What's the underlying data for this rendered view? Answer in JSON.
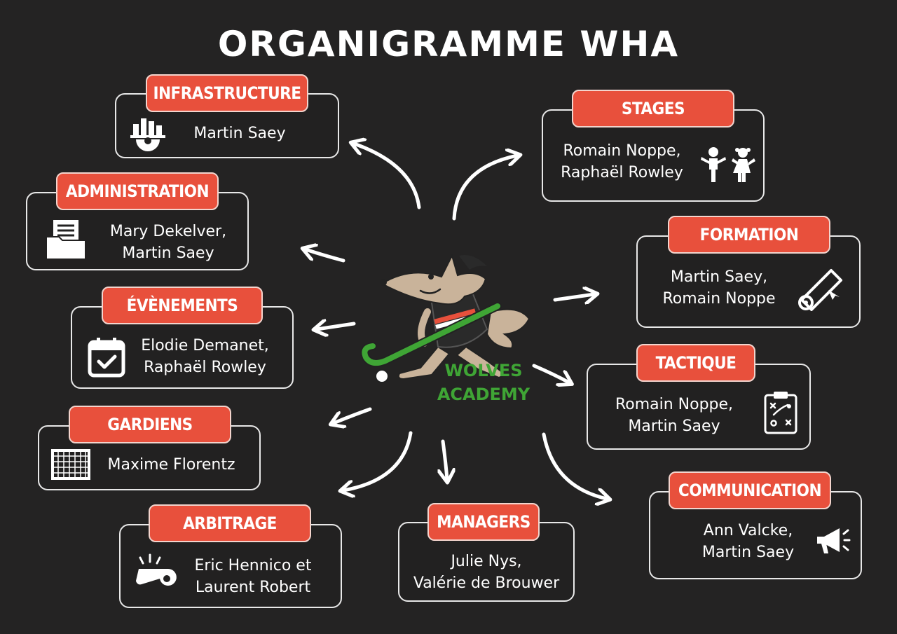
{
  "title": "ORGANIGRAMME WHA",
  "center": {
    "logo_line1": "WOLVES",
    "logo_line2": "ACADEMY"
  },
  "colors": {
    "background": "#242323",
    "tab": "#e8503c",
    "logo_text": "#3fa535"
  },
  "nodes": [
    {
      "id": "infrastructure",
      "label": "INFRASTRUCTURE",
      "names": [
        "Martin Saey"
      ],
      "icon": "factory-gear-icon"
    },
    {
      "id": "administration",
      "label": "ADMINISTRATION",
      "names": [
        "Mary Dekelver,",
        "Martin Saey"
      ],
      "icon": "document-folder-icon"
    },
    {
      "id": "evenements",
      "label": "ÉVÈNEMENTS",
      "names": [
        "Elodie Demanet,",
        "Raphaël Rowley"
      ],
      "icon": "calendar-check-icon"
    },
    {
      "id": "gardiens",
      "label": "GARDIENS",
      "names": [
        "Maxime Florentz"
      ],
      "icon": "goal-net-icon"
    },
    {
      "id": "arbitrage",
      "label": "ARBITRAGE",
      "names": [
        "Eric Hennico et",
        "Laurent Robert"
      ],
      "icon": "whistle-icon"
    },
    {
      "id": "managers",
      "label": "MANAGERS",
      "names": [
        "Julie Nys,",
        "Valérie de Brouwer"
      ],
      "icon": ""
    },
    {
      "id": "communication",
      "label": "COMMUNICATION",
      "names": [
        "Ann Valcke,",
        "Martin Saey"
      ],
      "icon": "megaphone-icon"
    },
    {
      "id": "tactique",
      "label": "TACTIQUE",
      "names": [
        "Romain Noppe,",
        "Martin Saey"
      ],
      "icon": "tactics-clipboard-icon"
    },
    {
      "id": "formation",
      "label": "FORMATION",
      "names": [
        "Martin Saey,",
        "Romain Noppe"
      ],
      "icon": "diploma-scroll-icon"
    },
    {
      "id": "stages",
      "label": "STAGES",
      "names": [
        "Romain Noppe,",
        "Raphaël Rowley"
      ],
      "icon": "children-icon"
    }
  ]
}
